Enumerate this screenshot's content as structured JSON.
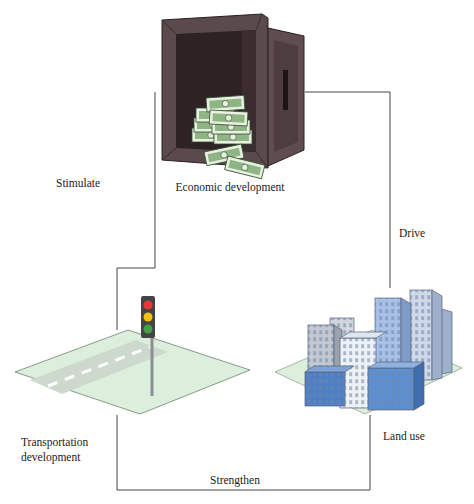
{
  "diagram": {
    "nodes": [
      {
        "text": [
          "Economic development"
        ]
      },
      {
        "text": [
          "Transportation development"
        ]
      },
      {
        "text": [
          "Land use"
        ]
      }
    ],
    "edges": [
      {
        "from": 0,
        "to": 1,
        "label": "Stimulate",
        "arrow": "none"
      },
      {
        "from": 0,
        "to": 2,
        "label": "Drive",
        "arrow": "none"
      },
      {
        "from": 1,
        "to": 2,
        "label": "Strengthen",
        "arrow": "none"
      }
    ]
  }
}
